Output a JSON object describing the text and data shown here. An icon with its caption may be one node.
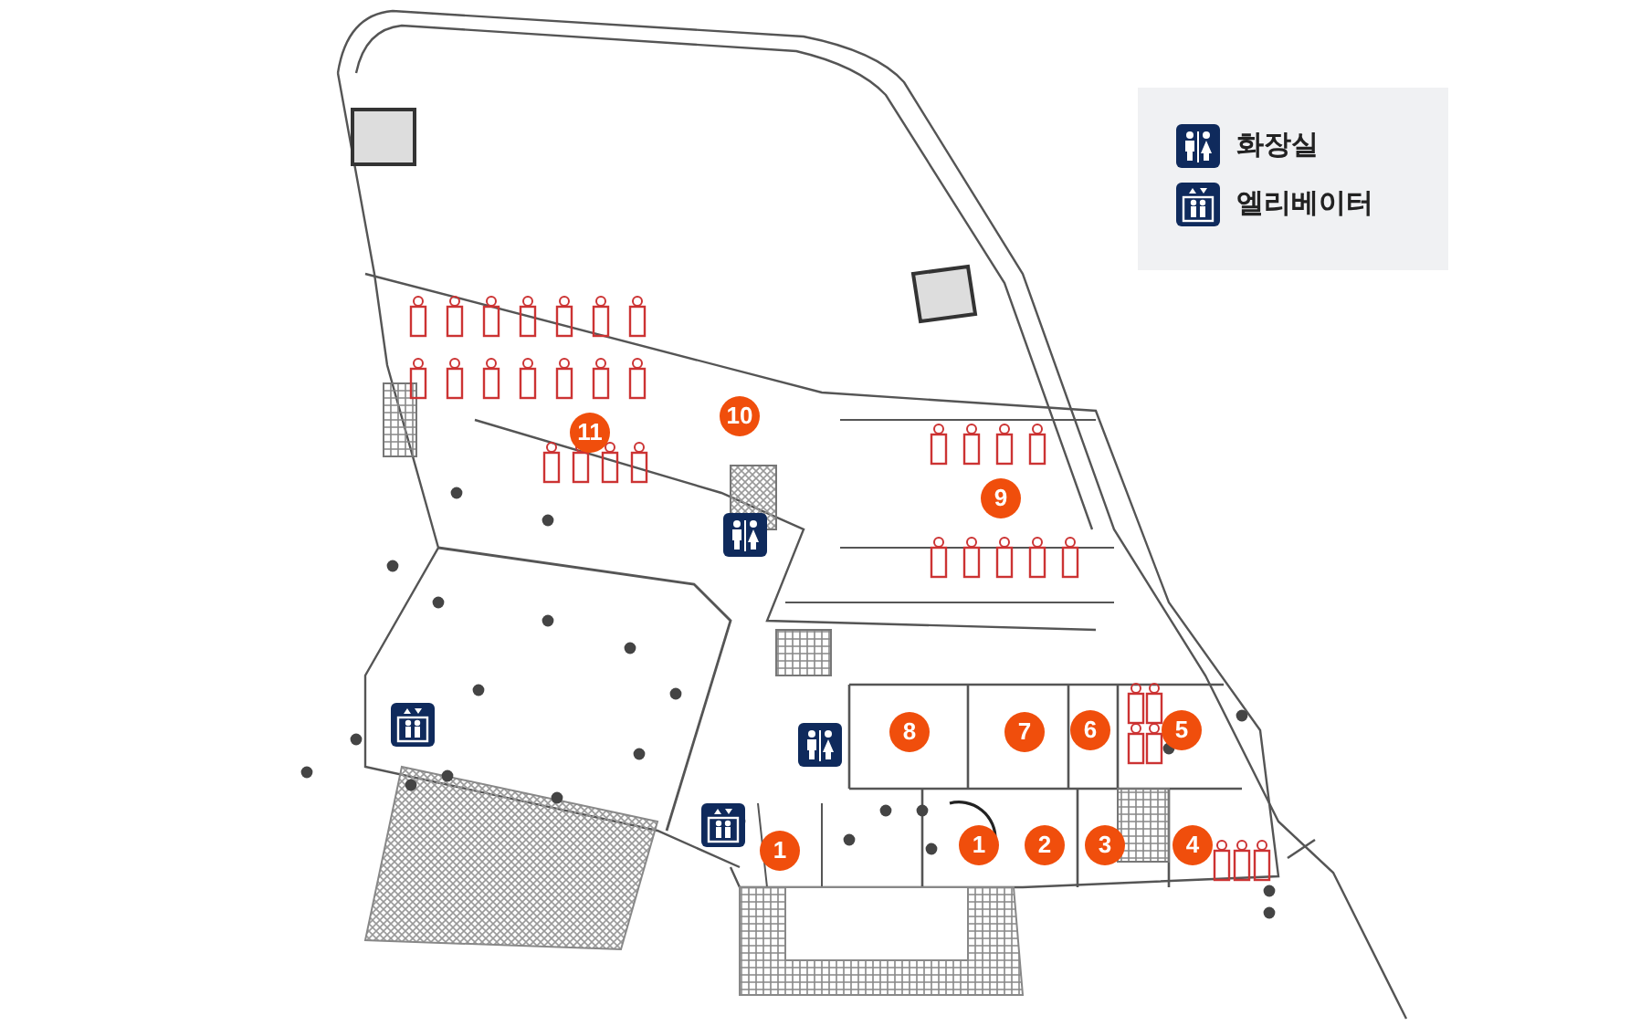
{
  "diagram": {
    "labels": [
      "10",
      "11",
      "9",
      "8",
      "7",
      "6",
      "5",
      "1",
      "1",
      "2",
      "3",
      "4"
    ],
    "legend": [
      {
        "text": "화장실"
      },
      {
        "text": "엘리베이터"
      }
    ]
  }
}
